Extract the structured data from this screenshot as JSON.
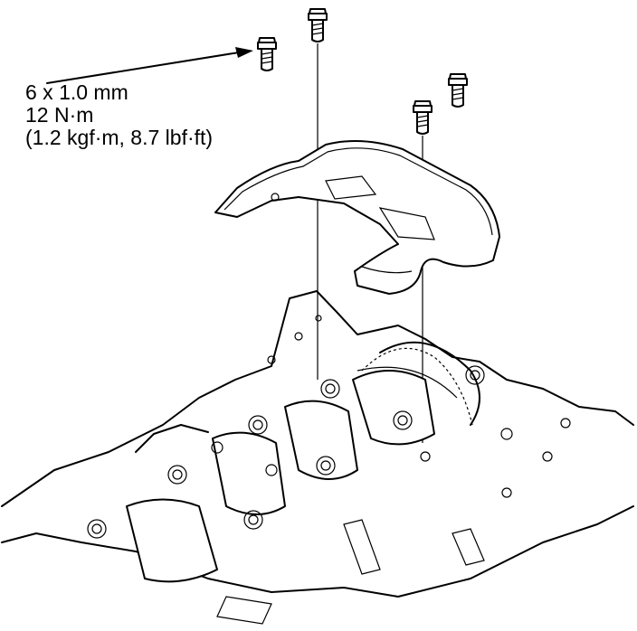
{
  "spec": {
    "line1": "6 x 1.0 mm",
    "line2": "12 N·m",
    "line3": "(1.2 kgf·m, 8.7 lbf·ft)"
  },
  "icons": [
    "flange-bolt-icon",
    "oil-baffle-plate",
    "engine-block-lower-view"
  ],
  "colors": {
    "ink": "#000000",
    "paper": "#ffffff"
  }
}
